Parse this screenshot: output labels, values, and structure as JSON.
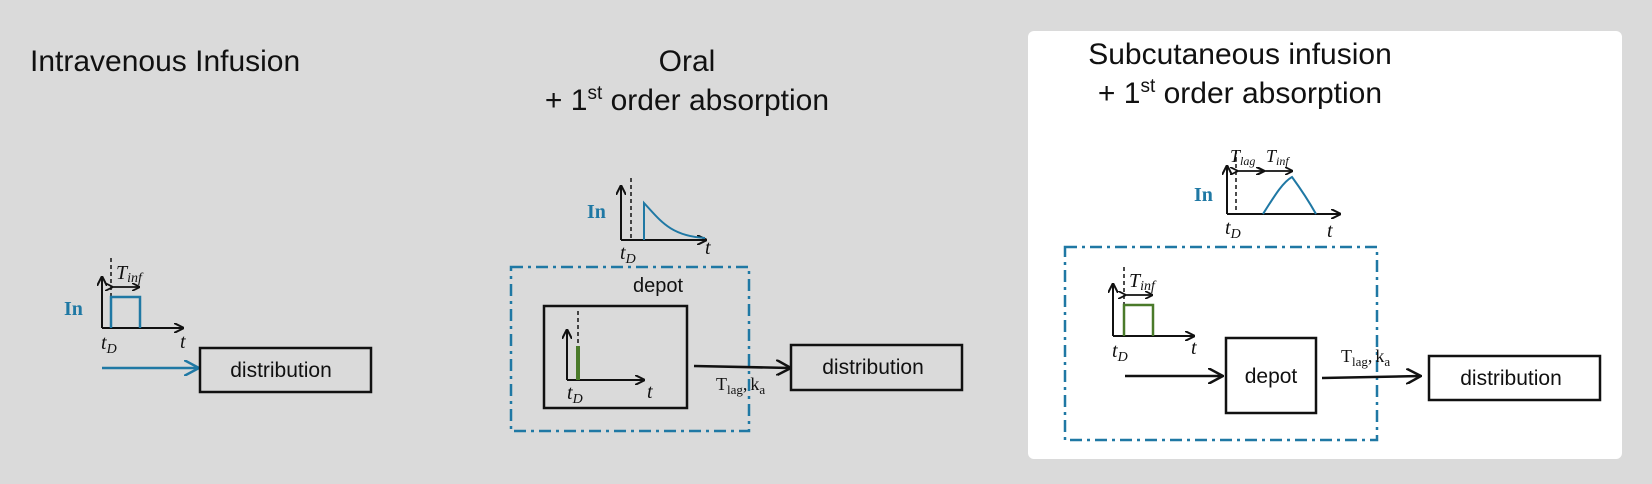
{
  "panels": {
    "iv": {
      "title": "Intravenous Infusion",
      "input_label": "In",
      "time_label": "t",
      "dose_time_label": "t",
      "dose_time_sub": "D",
      "duration_label": "T",
      "duration_sub": "inf",
      "target_box": "distribution"
    },
    "oral": {
      "title_line1": "Oral",
      "title_line2_prefix": "+ 1",
      "title_line2_sup": "st",
      "title_line2_suffix": " order absorption",
      "input_label": "In",
      "time_label": "t",
      "dose_time_label": "t",
      "dose_time_sub": "D",
      "compartment_label": "depot",
      "inner_time_label": "t",
      "inner_dose_time_label": "t",
      "inner_dose_time_sub": "D",
      "rate_lag": "T",
      "rate_lag_sub": "lag",
      "rate_sep": ",",
      "rate_ka": "k",
      "rate_ka_sub": "a",
      "target_box": "distribution"
    },
    "sc": {
      "title_line1": "Subcutaneous infusion",
      "title_line2_prefix": "+ 1",
      "title_line2_sup": "st",
      "title_line2_suffix": " order absorption",
      "input_label": "In",
      "time_label": "t",
      "dose_time_label": "t",
      "dose_time_sub": "D",
      "lag_label": "T",
      "lag_sub": "lag",
      "inf_label": "T",
      "inf_sub": "inf",
      "inner_duration_label": "T",
      "inner_duration_sub": "inf",
      "inner_time_label": "t",
      "inner_dose_time_label": "t",
      "inner_dose_time_sub": "D",
      "depot_label": "depot",
      "rate_lag": "T",
      "rate_lag_sub": "lag",
      "rate_sep": ",",
      "rate_ka": "k",
      "rate_ka_sub": "a",
      "target_box": "distribution"
    }
  },
  "colors": {
    "background": "#dadada",
    "highlight_panel": "#ffffff",
    "input_blue": "#1f78a4",
    "dose_green": "#4a7a2a",
    "line": "#111111"
  }
}
